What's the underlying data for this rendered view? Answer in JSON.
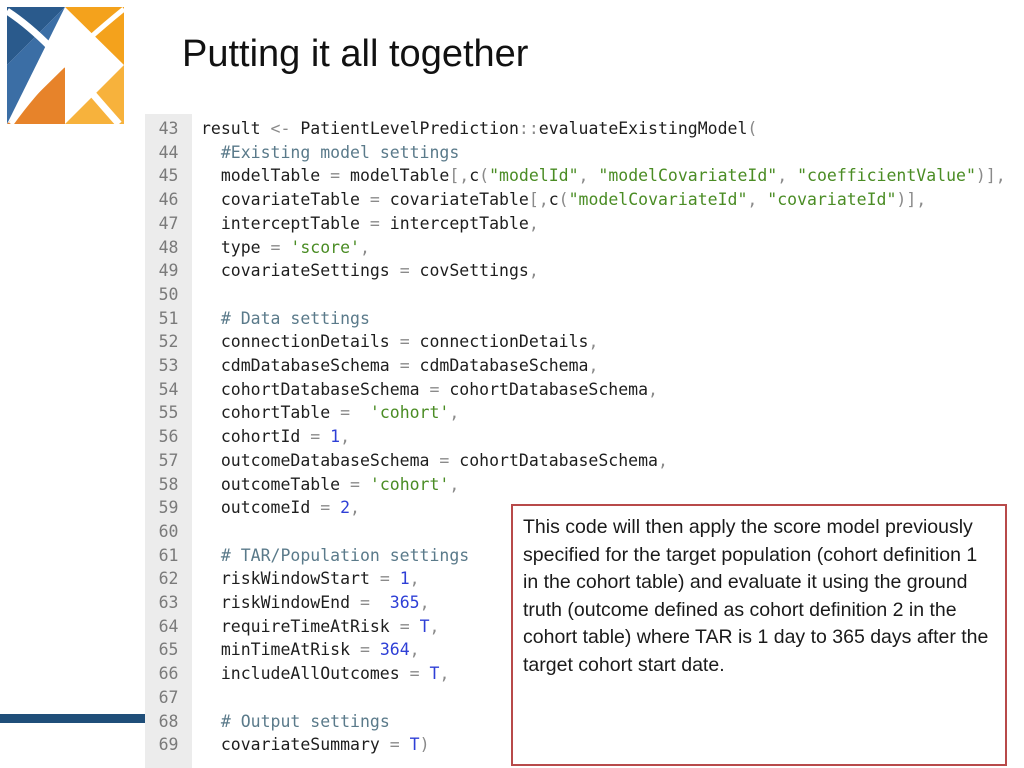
{
  "slide": {
    "title": "Putting it all together"
  },
  "logo": {
    "colors": {
      "left": "#2a5a8c",
      "right": "#f4a21c",
      "top": "#1f4e79",
      "bottom": "#e7832a"
    }
  },
  "footer": {
    "accent": "#1f4e79"
  },
  "code": {
    "lines": [
      {
        "n": "43",
        "text": "result <- PatientLevelPrediction::evaluateExistingModel("
      },
      {
        "n": "44",
        "text": "  #Existing model settings"
      },
      {
        "n": "45",
        "text": "  modelTable = modelTable[,c(\"modelId\", \"modelCovariateId\", \"coefficientValue\")],"
      },
      {
        "n": "46",
        "text": "  covariateTable = covariateTable[,c(\"modelCovariateId\", \"covariateId\")],"
      },
      {
        "n": "47",
        "text": "  interceptTable = interceptTable,"
      },
      {
        "n": "48",
        "text": "  type = 'score',"
      },
      {
        "n": "49",
        "text": "  covariateSettings = covSettings,"
      },
      {
        "n": "50",
        "text": ""
      },
      {
        "n": "51",
        "text": "  # Data settings"
      },
      {
        "n": "52",
        "text": "  connectionDetails = connectionDetails,"
      },
      {
        "n": "53",
        "text": "  cdmDatabaseSchema = cdmDatabaseSchema,"
      },
      {
        "n": "54",
        "text": "  cohortDatabaseSchema = cohortDatabaseSchema,"
      },
      {
        "n": "55",
        "text": "  cohortTable =  'cohort',"
      },
      {
        "n": "56",
        "text": "  cohortId = 1,"
      },
      {
        "n": "57",
        "text": "  outcomeDatabaseSchema = cohortDatabaseSchema,"
      },
      {
        "n": "58",
        "text": "  outcomeTable = 'cohort',"
      },
      {
        "n": "59",
        "text": "  outcomeId = 2,"
      },
      {
        "n": "60",
        "text": ""
      },
      {
        "n": "61",
        "text": "  # TAR/Population settings"
      },
      {
        "n": "62",
        "text": "  riskWindowStart = 1,"
      },
      {
        "n": "63",
        "text": "  riskWindowEnd =  365,"
      },
      {
        "n": "64",
        "text": "  requireTimeAtRisk = T,"
      },
      {
        "n": "65",
        "text": "  minTimeAtRisk = 364,"
      },
      {
        "n": "66",
        "text": "  includeAllOutcomes = T,"
      },
      {
        "n": "67",
        "text": ""
      },
      {
        "n": "68",
        "text": "  # Output settings"
      },
      {
        "n": "69",
        "text": "  covariateSummary = T)"
      }
    ],
    "colors": {
      "string": "#4a8c24",
      "number": "#2e3fd6",
      "comment": "#5a7a8a",
      "operator": "#8a8a8a"
    }
  },
  "callout": {
    "text": "This code will then apply the score model previously specified for the target population (cohort definition 1 in the cohort table) and evaluate it using the ground truth (outcome defined as cohort definition 2 in the cohort table) where TAR is 1 day to 365 days after the target cohort start date.",
    "border_color": "#b84a4a"
  }
}
